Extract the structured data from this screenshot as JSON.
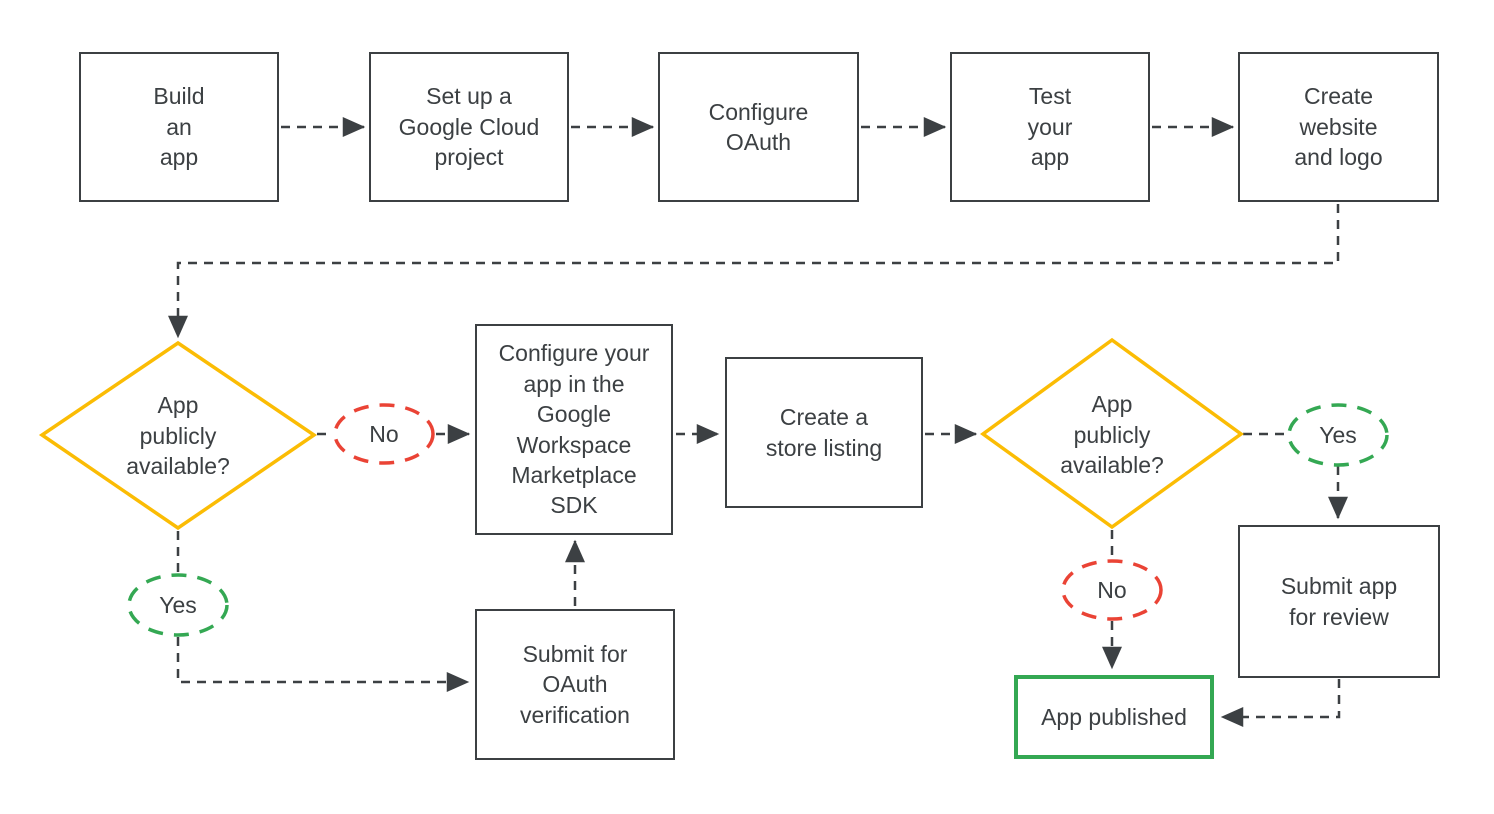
{
  "colors": {
    "outline": "#3C4043",
    "text": "#3C4043",
    "decision_border": "#FBBC04",
    "yes_border": "#34A853",
    "no_border": "#EA4335",
    "published_border": "#34A853",
    "background": "#FFFFFF"
  },
  "flowchart": {
    "steps": {
      "build_app": {
        "label": "Build\nan\napp"
      },
      "setup_project": {
        "label": "Set up a\nGoogle Cloud\nproject"
      },
      "configure_oauth": {
        "label": "Configure\nOAuth"
      },
      "test_app": {
        "label": "Test\nyour\napp"
      },
      "create_website": {
        "label": "Create\nwebsite\nand logo"
      },
      "configure_sdk": {
        "label": "Configure your\napp in the\nGoogle\nWorkspace\nMarketplace\nSDK"
      },
      "store_listing": {
        "label": "Create a\nstore listing"
      },
      "submit_oauth": {
        "label": "Submit for\nOAuth\nverification"
      },
      "submit_review": {
        "label": "Submit app\nfor review"
      },
      "app_published": {
        "label": "App published"
      }
    },
    "decisions": {
      "publicly_available_1": {
        "label": "App\npublicly\navailable?"
      },
      "publicly_available_2": {
        "label": "App\npublicly\navailable?"
      }
    },
    "branch_labels": {
      "no_1": "No",
      "yes_1": "Yes",
      "yes_2": "Yes",
      "no_2": "No"
    }
  }
}
